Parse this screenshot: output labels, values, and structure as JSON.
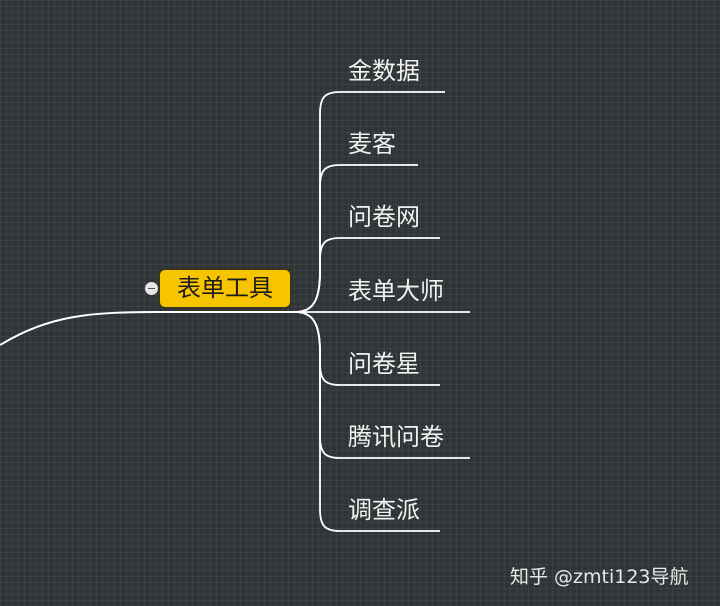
{
  "root": {
    "label": "表单工具"
  },
  "branches": [
    {
      "label": "金数据"
    },
    {
      "label": "麦客"
    },
    {
      "label": "问卷网"
    },
    {
      "label": "表单大师"
    },
    {
      "label": "问卷星"
    },
    {
      "label": "腾讯问卷"
    },
    {
      "label": "调查派"
    }
  ],
  "watermark": "知乎 @zmti123导航",
  "colors": {
    "background": "#2f3436",
    "root_fill": "#f7c400",
    "line": "#ffffff"
  }
}
